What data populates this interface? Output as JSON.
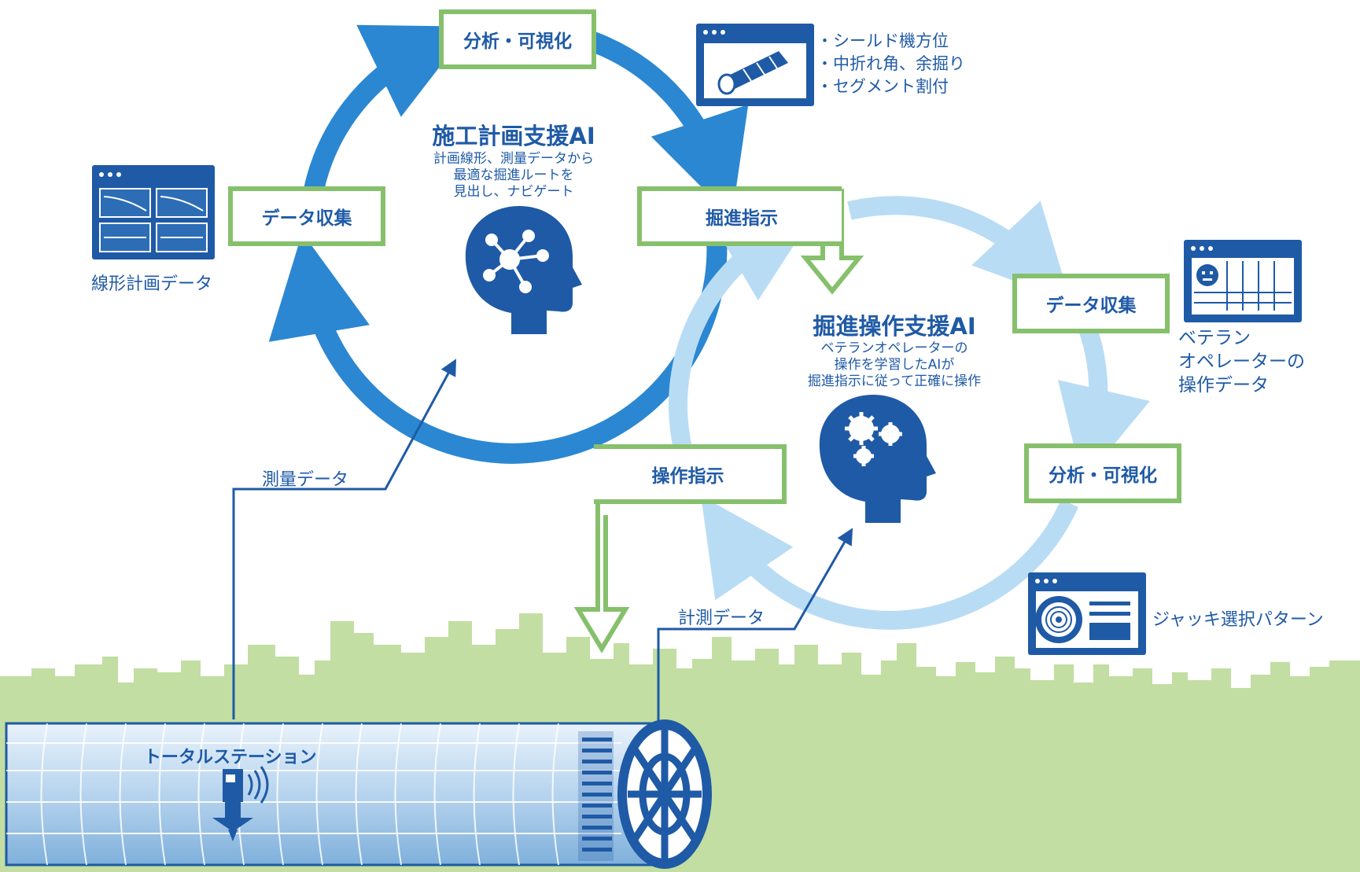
{
  "colors": {
    "dark_blue": "#1f5aa6",
    "cycle1_blue": "#2b87d1",
    "cycle2_light_blue": "#b9dcf5",
    "box_green": "#86c06c",
    "city_green": "#c2dea2"
  },
  "cycle1": {
    "title": "施工計画支援AI",
    "desc": [
      "計画線形、測量データから",
      "最適な掘進ルートを",
      "見出し、ナビゲート"
    ],
    "box_top": "分析・可視化",
    "box_left": "データ収集",
    "box_right": "掘進指示",
    "icon": "head-network-icon"
  },
  "cycle2": {
    "title": "掘進操作支援AI",
    "desc": [
      "ベテランオペレーターの",
      "操作を学習したAIが",
      "掘進指示に従って正確に操作"
    ],
    "box_top": "データ収集",
    "box_right": "分析・可視化",
    "box_left": "操作指示",
    "icon": "head-gears-icon"
  },
  "labels": {
    "linear_plan": "線形計画データ",
    "veteran": [
      "ベテラン",
      "オペレーターの",
      "操作データ"
    ],
    "jack": "ジャッキ選択パターン",
    "survey": "測量データ",
    "measure": "計測データ",
    "total_station": "トータルステーション"
  },
  "shield_bullets": [
    "・シールド機方位",
    "・中折れ角、余掘り",
    "・セグメント割付"
  ],
  "icons": {
    "linear_plan_window": "chart-window-icon",
    "shield_window": "shield-window-icon",
    "veteran_window": "operator-table-window-icon",
    "jack_window": "jack-pattern-window-icon",
    "total_station": "total-station-icon",
    "tunnel": "shield-tunnel-icon",
    "skyline": "city-skyline"
  }
}
